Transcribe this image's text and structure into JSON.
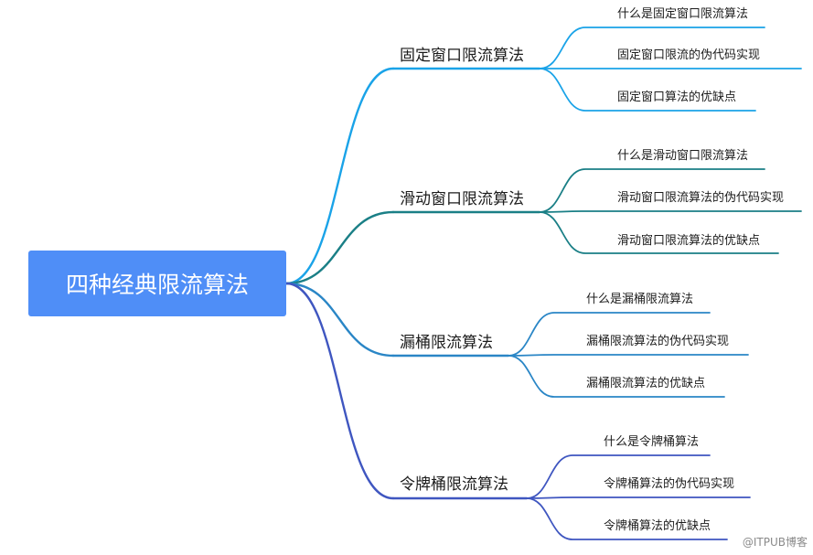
{
  "root": {
    "label": "四种经典限流算法"
  },
  "branches": [
    {
      "label": "固定窗口限流算法",
      "color": "#1aa3e8",
      "leaves": [
        "什么是固定窗口限流算法",
        "固定窗口限流的伪代码实现",
        "固定窗口算法的优缺点"
      ]
    },
    {
      "label": "滑动窗口限流算法",
      "color": "#1a7f86",
      "leaves": [
        "什么是滑动窗口限流算法",
        "滑动窗口限流算法的伪代码实现",
        "滑动窗口限流算法的优缺点"
      ]
    },
    {
      "label": "漏桶限流算法",
      "color": "#2a86c6",
      "leaves": [
        "什么是漏桶限流算法",
        "漏桶限流算法的伪代码实现",
        "漏桶限流算法的优缺点"
      ]
    },
    {
      "label": "令牌桶限流算法",
      "color": "#3f56c0",
      "leaves": [
        "什么是令牌桶算法",
        "令牌桶算法的伪代码实现",
        "令牌桶算法的优缺点"
      ]
    }
  ],
  "watermark": {
    "text": "@ITPUB博客"
  }
}
